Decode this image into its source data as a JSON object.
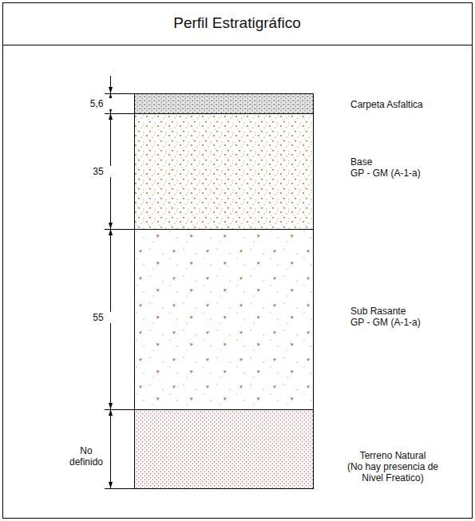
{
  "diagram": {
    "title": "Perfil Estratigráfico",
    "nodes": [
      {
        "text": [
          "Carpeta Asfaltica"
        ]
      },
      {
        "text": [
          "Base",
          "GP - GM (A-1-a)"
        ]
      },
      {
        "text": [
          "Sub Rasante",
          "GP - GM (A-1-a)"
        ]
      },
      {
        "text": [
          "Terreno Natural",
          "(No hay presencia de Nivel Freatico)"
        ]
      }
    ],
    "labels": [
      "5,6",
      "35",
      "55",
      "No definido"
    ]
  }
}
